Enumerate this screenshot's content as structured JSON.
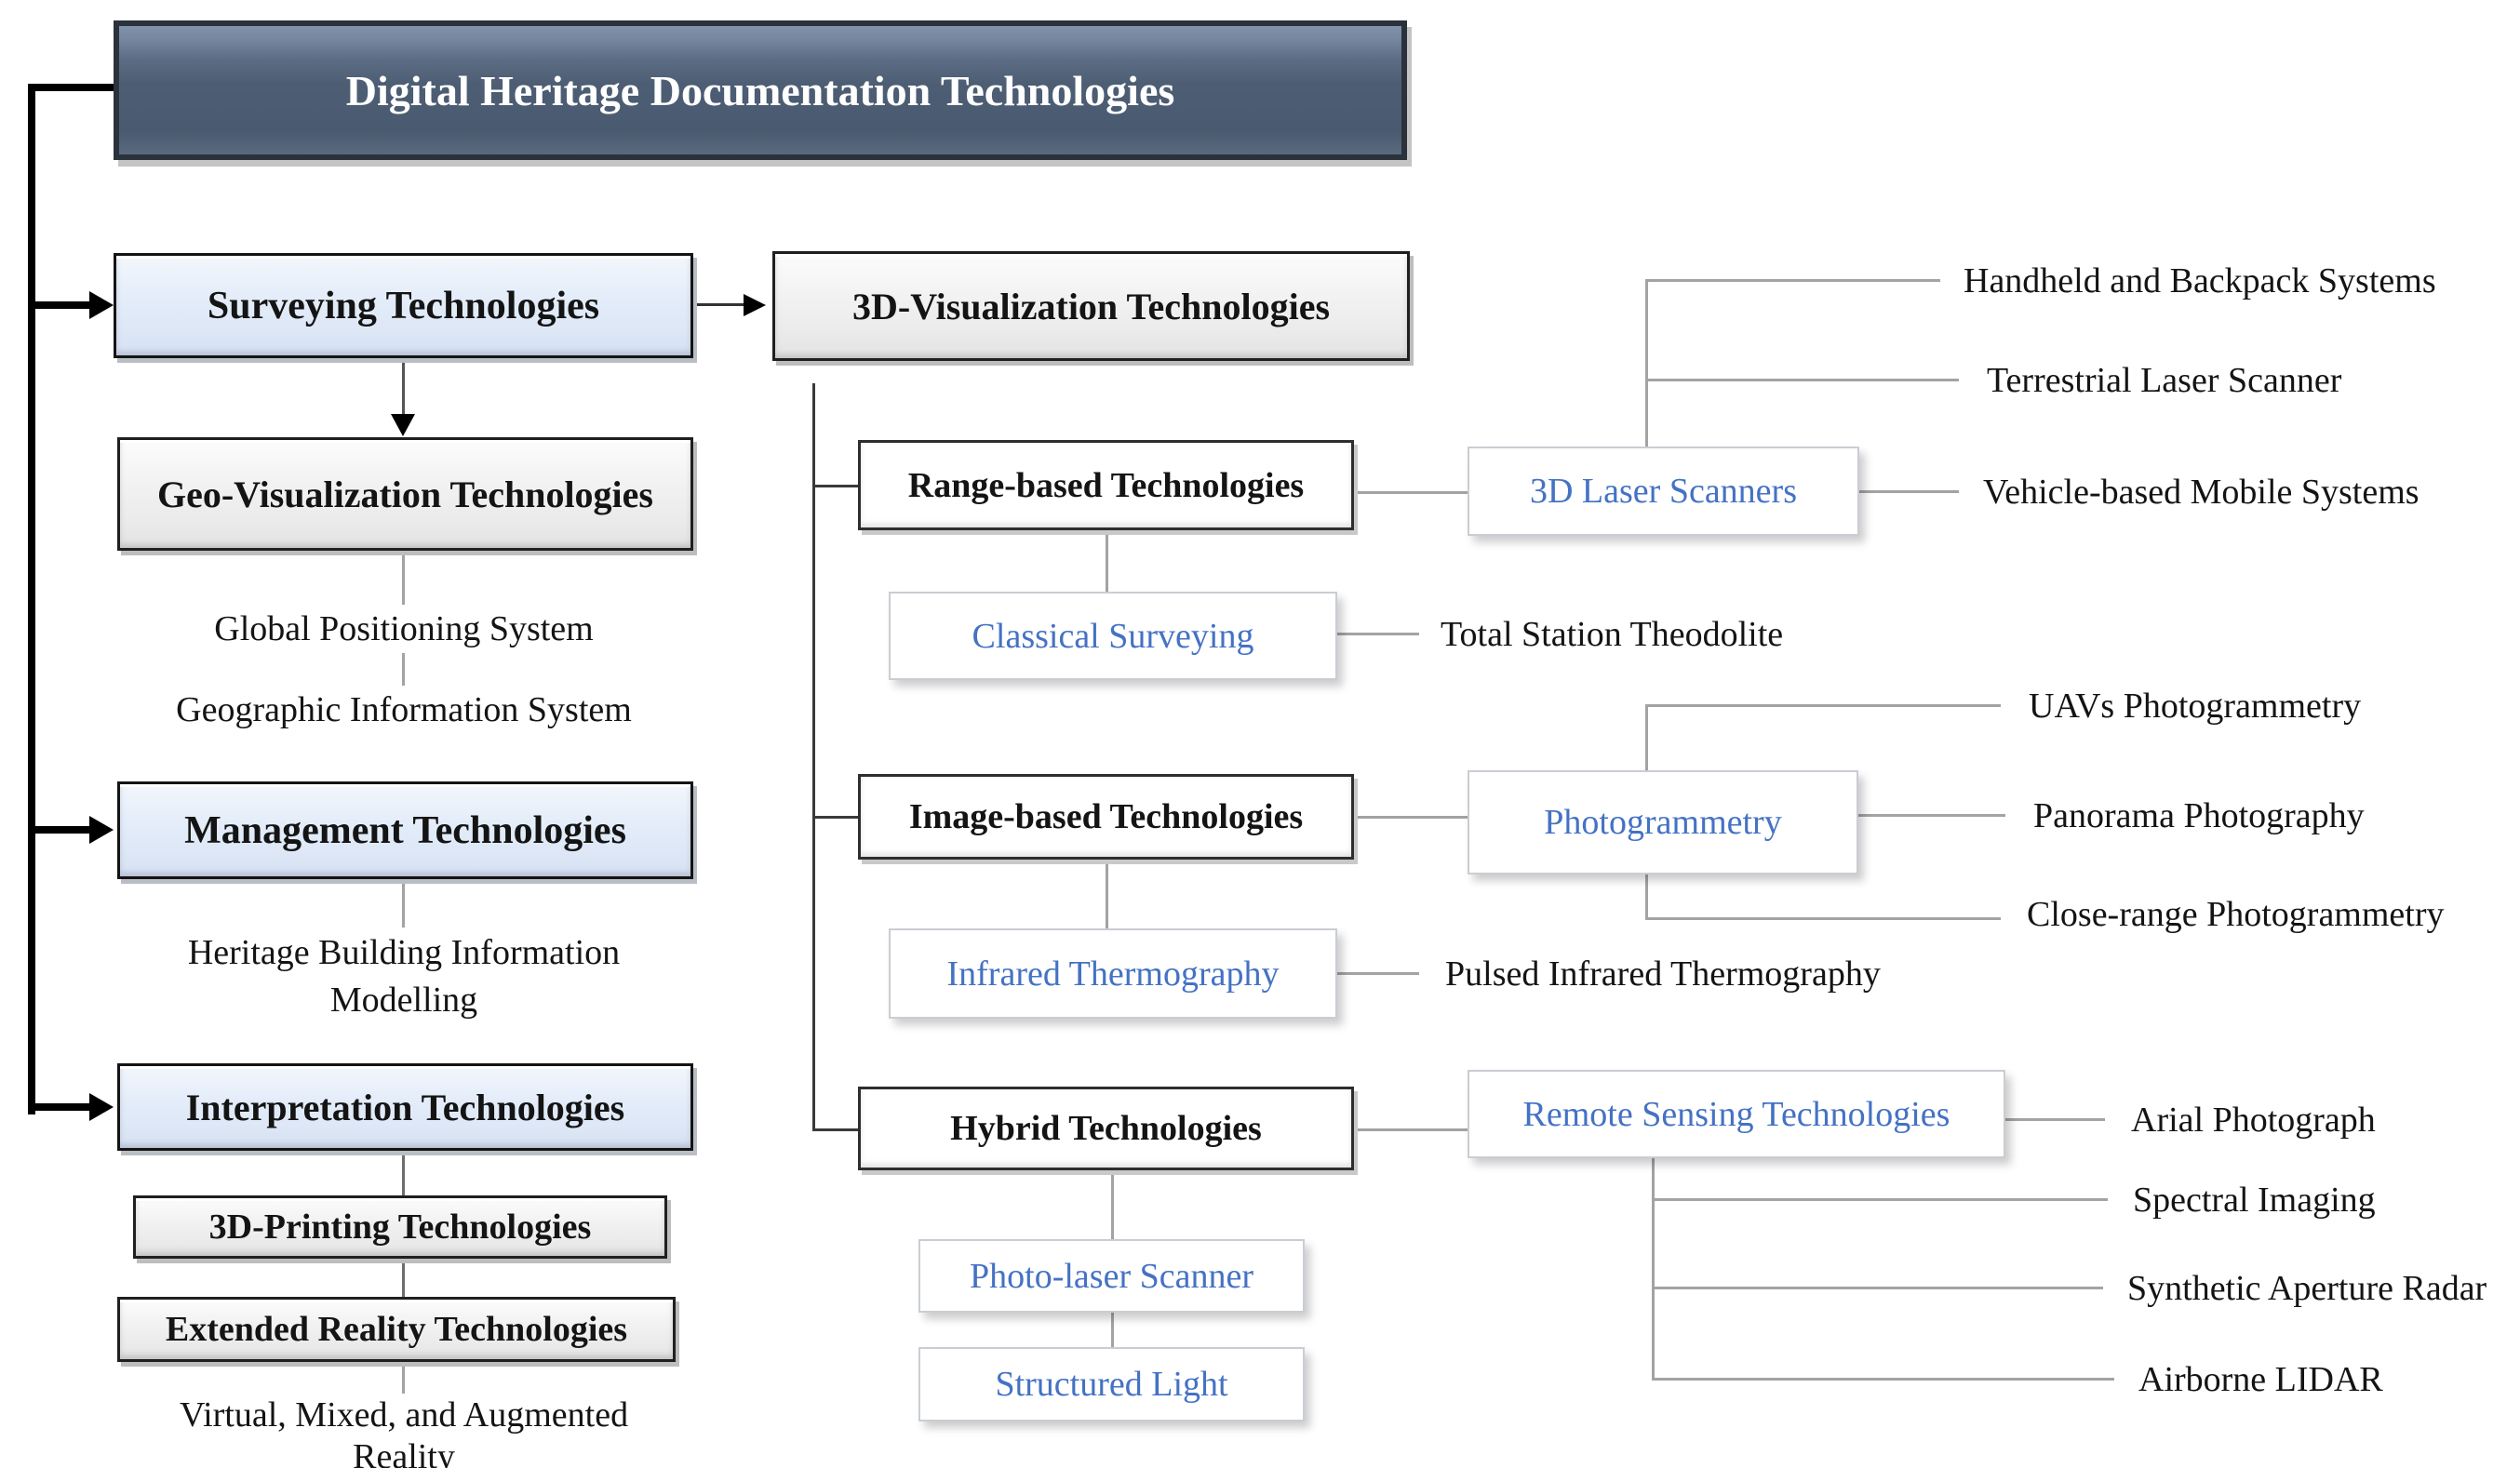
{
  "title": "Digital Heritage Documentation Technologies",
  "left_column": {
    "surveying": "Surveying Technologies",
    "geo_visualization": "Geo-Visualization Technologies",
    "gps": "Global Positioning System",
    "gis": "Geographic Information System",
    "management": "Management Technologies",
    "hbim_line1": "Heritage Building Information",
    "hbim_line2": "Modelling",
    "interpretation": "Interpretation Technologies",
    "printing": "3D-Printing Technologies",
    "extended_reality": "Extended Reality Technologies",
    "vr_line1": "Virtual, Mixed, and Augmented",
    "vr_line2": "Reality"
  },
  "middle_column": {
    "visualization": "3D-Visualization Technologies",
    "range_based": "Range-based Technologies",
    "classical_surveying": "Classical Surveying",
    "image_based": "Image-based Technologies",
    "infrared_thermography": "Infrared Thermography",
    "hybrid": "Hybrid Technologies",
    "photo_laser": "Photo-laser Scanner",
    "structured_light": "Structured Light"
  },
  "right_column": {
    "laser_scanners": "3D Laser Scanners",
    "laser_leaves": [
      "Handheld and Backpack Systems",
      "Terrestrial Laser Scanner",
      "Vehicle-based Mobile Systems"
    ],
    "total_station": "Total Station Theodolite",
    "photogrammetry": "Photogrammetry",
    "photo_leaves": [
      "UAVs Photogrammetry",
      "Panorama Photography",
      "Close-range Photogrammetry"
    ],
    "pulsed_infrared": "Pulsed Infrared Thermography",
    "remote_sensing": "Remote Sensing Technologies",
    "remote_leaves": [
      "Arial Photograph",
      "Spectral Imaging",
      "Synthetic Aperture Radar",
      "Airborne LIDAR"
    ]
  },
  "colors": {
    "accent_blue": "#4472c4",
    "title_fill": "#4d5e74",
    "light_blue_fill": "#dfe9f7",
    "gray_fill": "#efefef",
    "connector_gray": "#a3a3a3",
    "spine_black": "#000000"
  }
}
